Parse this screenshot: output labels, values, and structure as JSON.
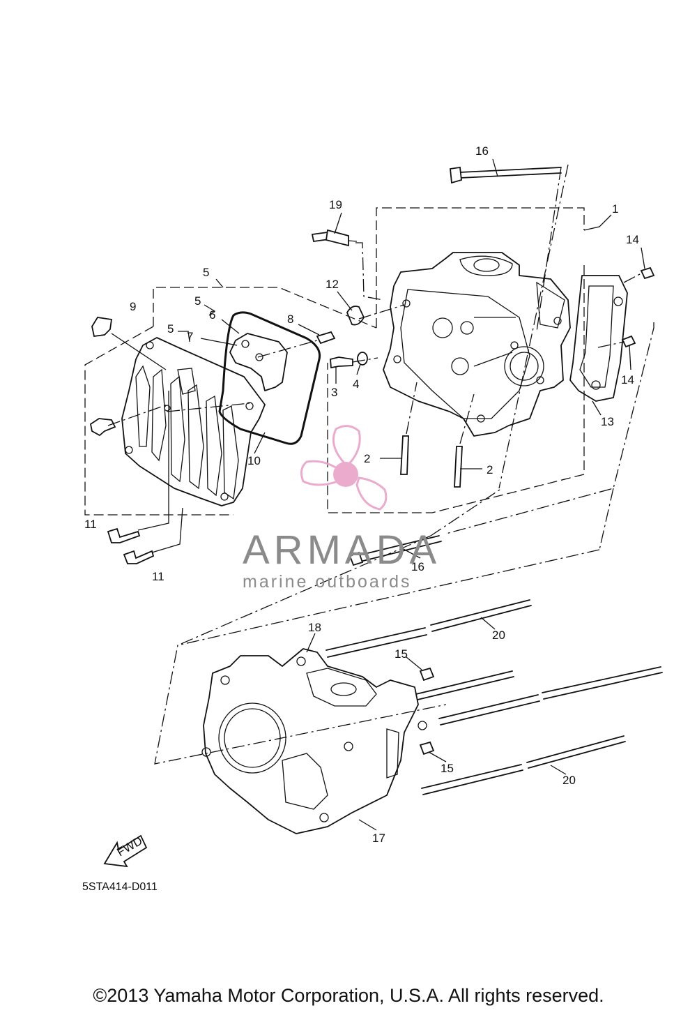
{
  "diagram": {
    "callouts": {
      "c1": "1",
      "c2a": "2",
      "c2b": "2",
      "c3": "3",
      "c4": "4",
      "c5a": "5",
      "c5b": "5",
      "c5c": "5",
      "c6": "6",
      "c7": "7",
      "c8": "8",
      "c9": "9",
      "c10": "10",
      "c11a": "11",
      "c11b": "11",
      "c12": "12",
      "c13": "13",
      "c14a": "14",
      "c14b": "14",
      "c15a": "15",
      "c15b": "15",
      "c16a": "16",
      "c16b": "16",
      "c17": "17",
      "c18": "18",
      "c19": "19",
      "c20a": "20",
      "c20b": "20"
    },
    "fwd_label": "FWD",
    "code": "5STA414-D011"
  },
  "watermark": {
    "name": "ARMADA",
    "tagline": "marine outboards",
    "colors": {
      "logo": "#e8a2c8",
      "text": "#8a8a8a"
    }
  },
  "footer": {
    "copyright": "©2013 Yamaha Motor Corporation, U.S.A. All rights reserved."
  }
}
